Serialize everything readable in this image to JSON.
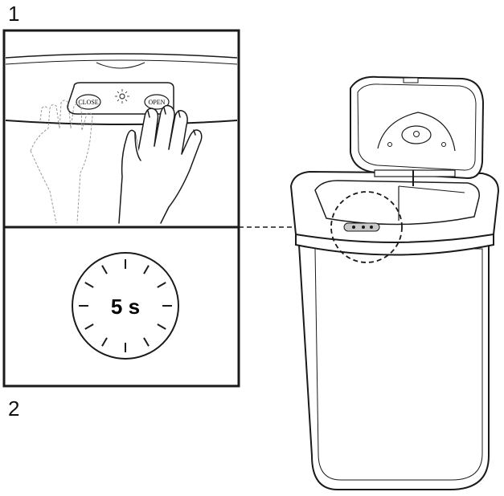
{
  "steps": [
    {
      "number": "1"
    },
    {
      "number": "2"
    }
  ],
  "panel1": {
    "close_label": "CLOSE",
    "open_label": "OPEN"
  },
  "panel2": {
    "timer_label": "5 s"
  },
  "colors": {
    "line": "#1a1a1a",
    "dashed": "#999999",
    "sensor": "#c8c8c8"
  }
}
